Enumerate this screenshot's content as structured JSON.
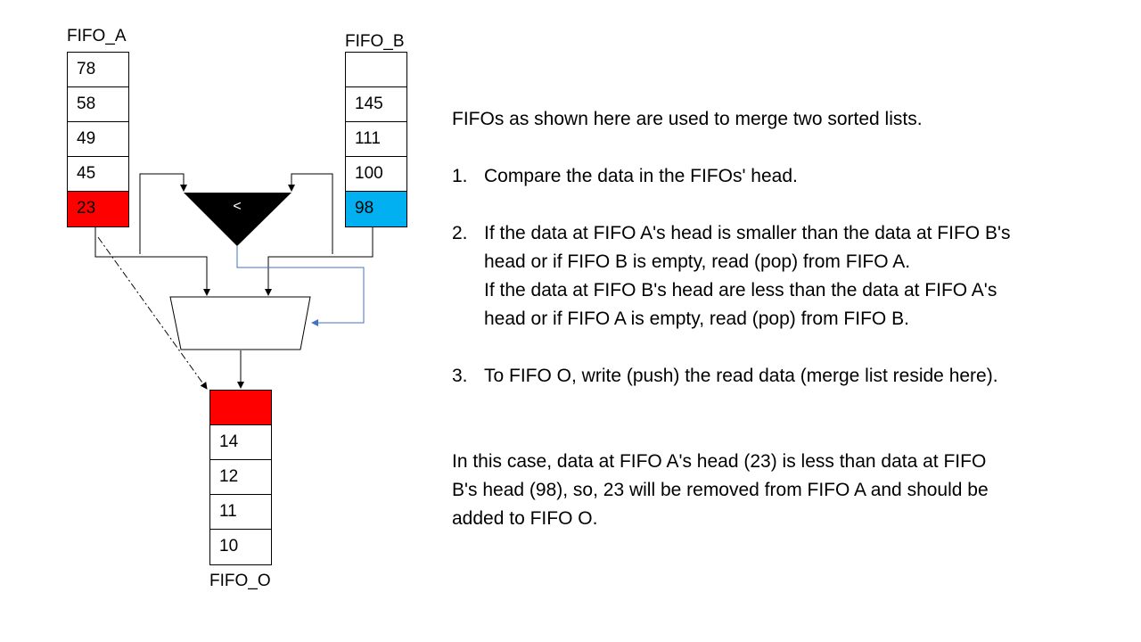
{
  "colors": {
    "head_a": "#ff0000",
    "head_b": "#00b0f0",
    "head_o": "#ff0000",
    "select_line": "#4472c4"
  },
  "fifo_a": {
    "label": "FIFO_A",
    "cells": [
      "78",
      "58",
      "49",
      "45",
      "23"
    ]
  },
  "fifo_b": {
    "label": "FIFO_B",
    "cells": [
      "",
      "145",
      "111",
      "100",
      "98"
    ]
  },
  "fifo_o": {
    "label": "FIFO_O",
    "cells": [
      "",
      "14",
      "12",
      "11",
      "10"
    ]
  },
  "comparator": {
    "symbol": "<"
  },
  "text": {
    "intro": "FIFOs as shown here are used to merge two sorted lists.",
    "steps": [
      {
        "num": "1.",
        "lines": [
          "Compare the data in the FIFOs' head."
        ]
      },
      {
        "num": "2.",
        "lines": [
          "If the data at FIFO A's head is smaller than the data at FIFO B's",
          "head or if FIFO B is empty, read (pop) from FIFO A.",
          "If the data at FIFO B's head are less than the data at FIFO A's",
          "head or if FIFO A is empty, read (pop) from FIFO B."
        ]
      },
      {
        "num": "3.",
        "lines": [
          "To FIFO O, write (push) the read data (merge list reside here)."
        ]
      }
    ],
    "conclusion": [
      "In this case, data at FIFO A's head (23) is less than data at FIFO",
      "B's head (98), so, 23 will be removed from FIFO A and should be",
      "added to FIFO O."
    ]
  }
}
